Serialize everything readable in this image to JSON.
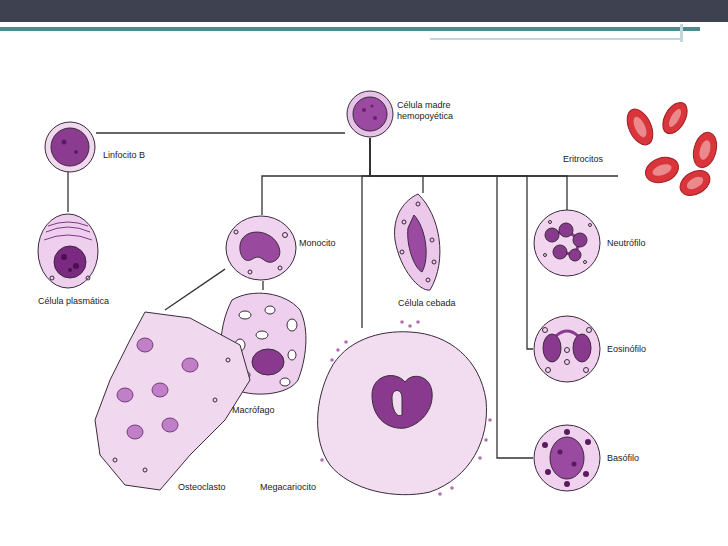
{
  "diagram": {
    "nodes": [
      {
        "text": [
          "Célula madre hemopoyética"
        ]
      },
      {
        "text": [
          "Linfocito B"
        ]
      },
      {
        "text": [
          "Eritrocitos"
        ]
      },
      {
        "text": [
          "Célula plasmática"
        ]
      },
      {
        "text": [
          "Monocito"
        ]
      },
      {
        "text": [
          "Célula cebada"
        ]
      },
      {
        "text": [
          "Neutrófilo"
        ]
      },
      {
        "text": [
          "Macrófago"
        ]
      },
      {
        "text": [
          "Eosinófilo"
        ]
      },
      {
        "text": [
          "Osteoclasto"
        ]
      },
      {
        "text": [
          "Megacariocito"
        ]
      },
      {
        "text": [
          "Basófilo"
        ]
      }
    ],
    "edges": [
      {
        "from": 0,
        "to": 1,
        "arrow": "none"
      },
      {
        "from": 1,
        "to": 3,
        "arrow": "none"
      },
      {
        "from": 0,
        "to": 4,
        "arrow": "none"
      },
      {
        "from": 0,
        "to": 10,
        "arrow": "none"
      },
      {
        "from": 0,
        "to": 5,
        "arrow": "none"
      },
      {
        "from": 0,
        "to": 11,
        "arrow": "none"
      },
      {
        "from": 0,
        "to": 8,
        "arrow": "none"
      },
      {
        "from": 0,
        "to": 6,
        "arrow": "none"
      },
      {
        "from": 0,
        "to": 2,
        "arrow": "none"
      },
      {
        "from": 4,
        "to": 7,
        "arrow": "none"
      },
      {
        "from": 4,
        "to": 9,
        "arrow": "none"
      }
    ]
  }
}
